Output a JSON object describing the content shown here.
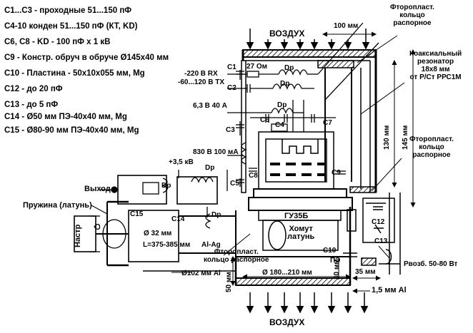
{
  "legend": [
    "С1...С3 - проходные 51...150 пФ",
    "С4-10 конден 51...150 пФ (КТ, KD)",
    "С6, С8 - KD - 100 пФ х 1 кВ",
    "С9 - Констр. обруч в обруче  Ø145х40 мм",
    "С10 - Пластина - 50х10х055 мм, Mg",
    "С12 - до 20 пФ",
    "С13 - до 5 пФ",
    "С14 -  Ø50 мм  ПЭ-40х40 мм, Mg",
    "С15 -  Ø80-90 мм  ПЭ-40х40 мм, Mg"
  ],
  "labels": {
    "air_top": "ВОЗДУХ",
    "air_bottom": "ВОЗДУХ",
    "dim_100": "100 мм",
    "ptfe_top": "Фторопласт.\nкольцо\nраспорное",
    "coax": "Коаксиальный\nрезонатор\n18х8 мм\nот Р/Ст РРС1М",
    "ptfe_right": "Фторопласт.\nкольцо\nраспорное",
    "dim_130": "130 мм",
    "dim_145": "145 мм",
    "c1": "С1",
    "r27": "27 Ом",
    "dp1": "Dp",
    "dp2": "Dp",
    "dp3": "Dp",
    "dp4": "Dp",
    "dp5": "Dp",
    "dp6": "Dp",
    "rx": "-220 В RX",
    "tx": "-60...120 В TX",
    "c2": "С2",
    "heater": "6,3 В 40 А",
    "c3": "С3",
    "c6": "С6",
    "c4": "С4",
    "c7": "С7",
    "anode": "830 В 100 мА",
    "c8": "С8",
    "c5": "С5",
    "c9": "С9",
    "plus35": "+3,5 кВ",
    "vyhod": "Выход",
    "spring": "Пружина (латунь)",
    "c15": "С15",
    "c14": "С14",
    "d32": "Ø 32 мм",
    "len": "L=375-385 мм",
    "alag": "Al-Ag",
    "nastr": "Настр",
    "tube": "ГУ35Б",
    "clamp": "Хомут\nлатунь",
    "c12": "С12",
    "c13": "С13",
    "c10": "С10",
    "pe": "ПЭ",
    "ptfe_bottom": "Фторопласт.\nкольцо распорное",
    "d102": "Ø102 мм Al",
    "d180": "Ø 180...210 мм",
    "dim_30": "30 мм",
    "dim_35": "35 мм",
    "dim_50": "50 мм",
    "pref": "Рвозб. 50-80 Вт",
    "al15": "1,5 мм Al"
  }
}
